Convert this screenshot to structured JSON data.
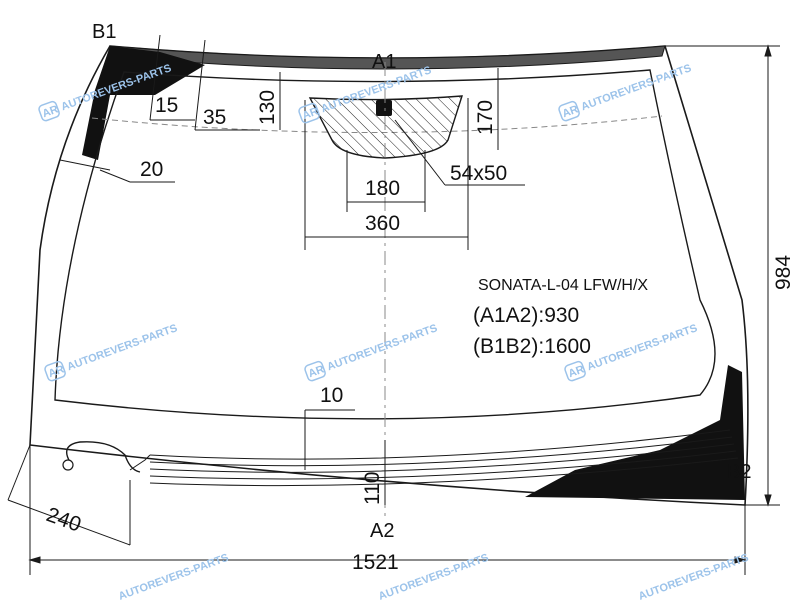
{
  "part": {
    "code": "SONATA-L-04 LFW/H/X",
    "a1a2": "(A1A2):930",
    "b1b2": "(B1B2):1600"
  },
  "points": {
    "a1": "A1",
    "a2": "A2",
    "b1": "B1",
    "b2": "B2"
  },
  "dimensions": {
    "d15": "15",
    "d35": "35",
    "d130": "130",
    "d170": "170",
    "d20": "20",
    "d180": "180",
    "d360": "360",
    "d54x50": "54x50",
    "d10": "10",
    "d110": "110",
    "d240": "240",
    "d984": "984",
    "d1521": "1521"
  },
  "watermark": {
    "text": "AUTOREVERS-PARTS",
    "logo": "AR"
  },
  "colors": {
    "line": "#1a1a1a",
    "ceramic": "#111111",
    "rim": "#555555",
    "watermark": "#9cc3ea"
  }
}
